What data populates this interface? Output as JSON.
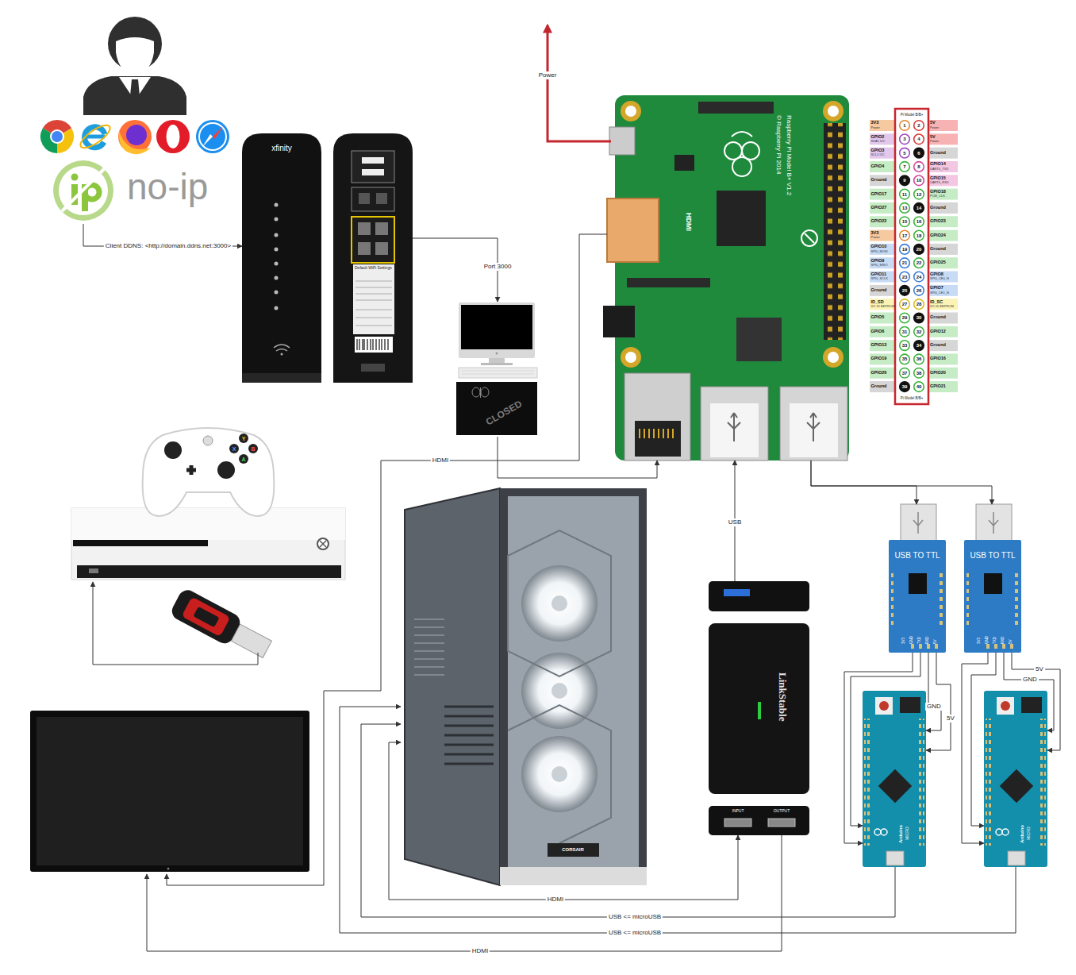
{
  "diagram": {
    "nodes": [
      {
        "text": [
          "no-ip"
        ]
      },
      {
        "text": [
          "xfinity"
        ]
      },
      {
        "text": [
          "Default WiFi Settings"
        ]
      },
      {
        "text": [
          "Raspberry Pi Model B+ V1.2",
          "© Raspberry Pi 2014",
          "HDMI"
        ]
      },
      {
        "text": [
          "CLOSED"
        ]
      },
      {
        "text": [
          "CORSAIR"
        ]
      },
      {
        "text": [
          "LinkStable",
          "INPUT",
          "OUTPUT"
        ]
      },
      {
        "text": [
          "USB TO TTL"
        ]
      },
      {
        "text": [
          "USB TO TTL"
        ]
      },
      {
        "text": [
          "Arduino",
          "MICRO"
        ]
      },
      {
        "text": [
          "Arduino",
          "MICRO"
        ]
      }
    ],
    "edges": [
      {
        "from": 0,
        "to": 1,
        "arrow": "to",
        "label": "Client DDNS: <http://domain.ddns.net:3000>"
      },
      {
        "from": 2,
        "to": 4,
        "arrow": "to",
        "label": "Port 3000"
      },
      {
        "from": 4,
        "to": 3,
        "arrow": "to"
      },
      {
        "from": 6,
        "to": 3,
        "arrow": "to",
        "label": "USB"
      },
      {
        "from": 3,
        "to": 7,
        "arrow": "to"
      },
      {
        "from": 3,
        "to": 8,
        "arrow": "to"
      },
      {
        "from": 7,
        "to": 9,
        "arrow": "to",
        "label": "5V"
      },
      {
        "from": 7,
        "to": 9,
        "arrow": "to",
        "label": "GND"
      },
      {
        "from": 7,
        "to": 9,
        "arrow": "to"
      },
      {
        "from": 7,
        "to": 9,
        "arrow": "to"
      },
      {
        "from": 8,
        "to": 10,
        "arrow": "to",
        "label": "5V"
      },
      {
        "from": 8,
        "to": 10,
        "arrow": "to",
        "label": "GND"
      },
      {
        "from": 8,
        "to": 10,
        "arrow": "to"
      },
      {
        "from": 8,
        "to": 10,
        "arrow": "to"
      },
      {
        "from": 9,
        "to": 5,
        "arrow": "to",
        "label": "USB <= microUSB"
      },
      {
        "from": 10,
        "to": 5,
        "arrow": "to",
        "label": "USB <= microUSB"
      },
      {
        "from": 5,
        "to": 6,
        "arrow": "both",
        "label": "HDMI"
      }
    ],
    "labels": [
      "Power",
      "HDMI",
      "HDMI",
      "Y",
      "X",
      "B",
      "A",
      "3V3",
      "GND",
      "TXD",
      "RXD",
      "5V",
      "3V3",
      "GND",
      "TXD",
      "RXD",
      "5V",
      "Pi Model B/B+",
      "3V3",
      "Power",
      "1",
      "2",
      "5V",
      "Power",
      "GPIO2",
      "SDA1 I2C",
      "3",
      "4",
      "5V",
      "Power",
      "GPIO3",
      "SCL1 I2C",
      "5",
      "6",
      "Ground",
      "GPIO4",
      "7",
      "8",
      "GPIO14",
      "UART0_TXD",
      "Ground",
      "9",
      "10",
      "GPIO15",
      "UART0_RXD",
      "GPIO17",
      "11",
      "12",
      "GPIO18",
      "PCM_CLK",
      "GPIO27",
      "13",
      "14",
      "Ground",
      "GPIO22",
      "15",
      "16",
      "GPIO23",
      "3V3",
      "Power",
      "17",
      "18",
      "GPIO24",
      "GPIO10",
      "SPI0_MOSI",
      "19",
      "20",
      "Ground",
      "GPIO9",
      "SPI0_MISO",
      "21",
      "22",
      "GPIO25",
      "GPIO11",
      "SPI0_SCLK",
      "23",
      "24",
      "GPIO8",
      "SPI0_CE0_N",
      "Ground",
      "25",
      "26",
      "GPIO7",
      "SPI0_CE1_N",
      "ID_SD",
      "I2C ID EEPROM",
      "27",
      "28",
      "ID_SC",
      "I2C ID EEPROM",
      "GPIO5",
      "29",
      "30",
      "Ground",
      "GPIO6",
      "31",
      "32",
      "GPIO12",
      "GPIO13",
      "33",
      "34",
      "Ground",
      "GPIO19",
      "35",
      "36",
      "GPIO16",
      "GPIO26",
      "37",
      "38",
      "GPIO20",
      "Ground",
      "39",
      "40",
      "GPIO21",
      "Pi Model B/B+"
    ]
  }
}
